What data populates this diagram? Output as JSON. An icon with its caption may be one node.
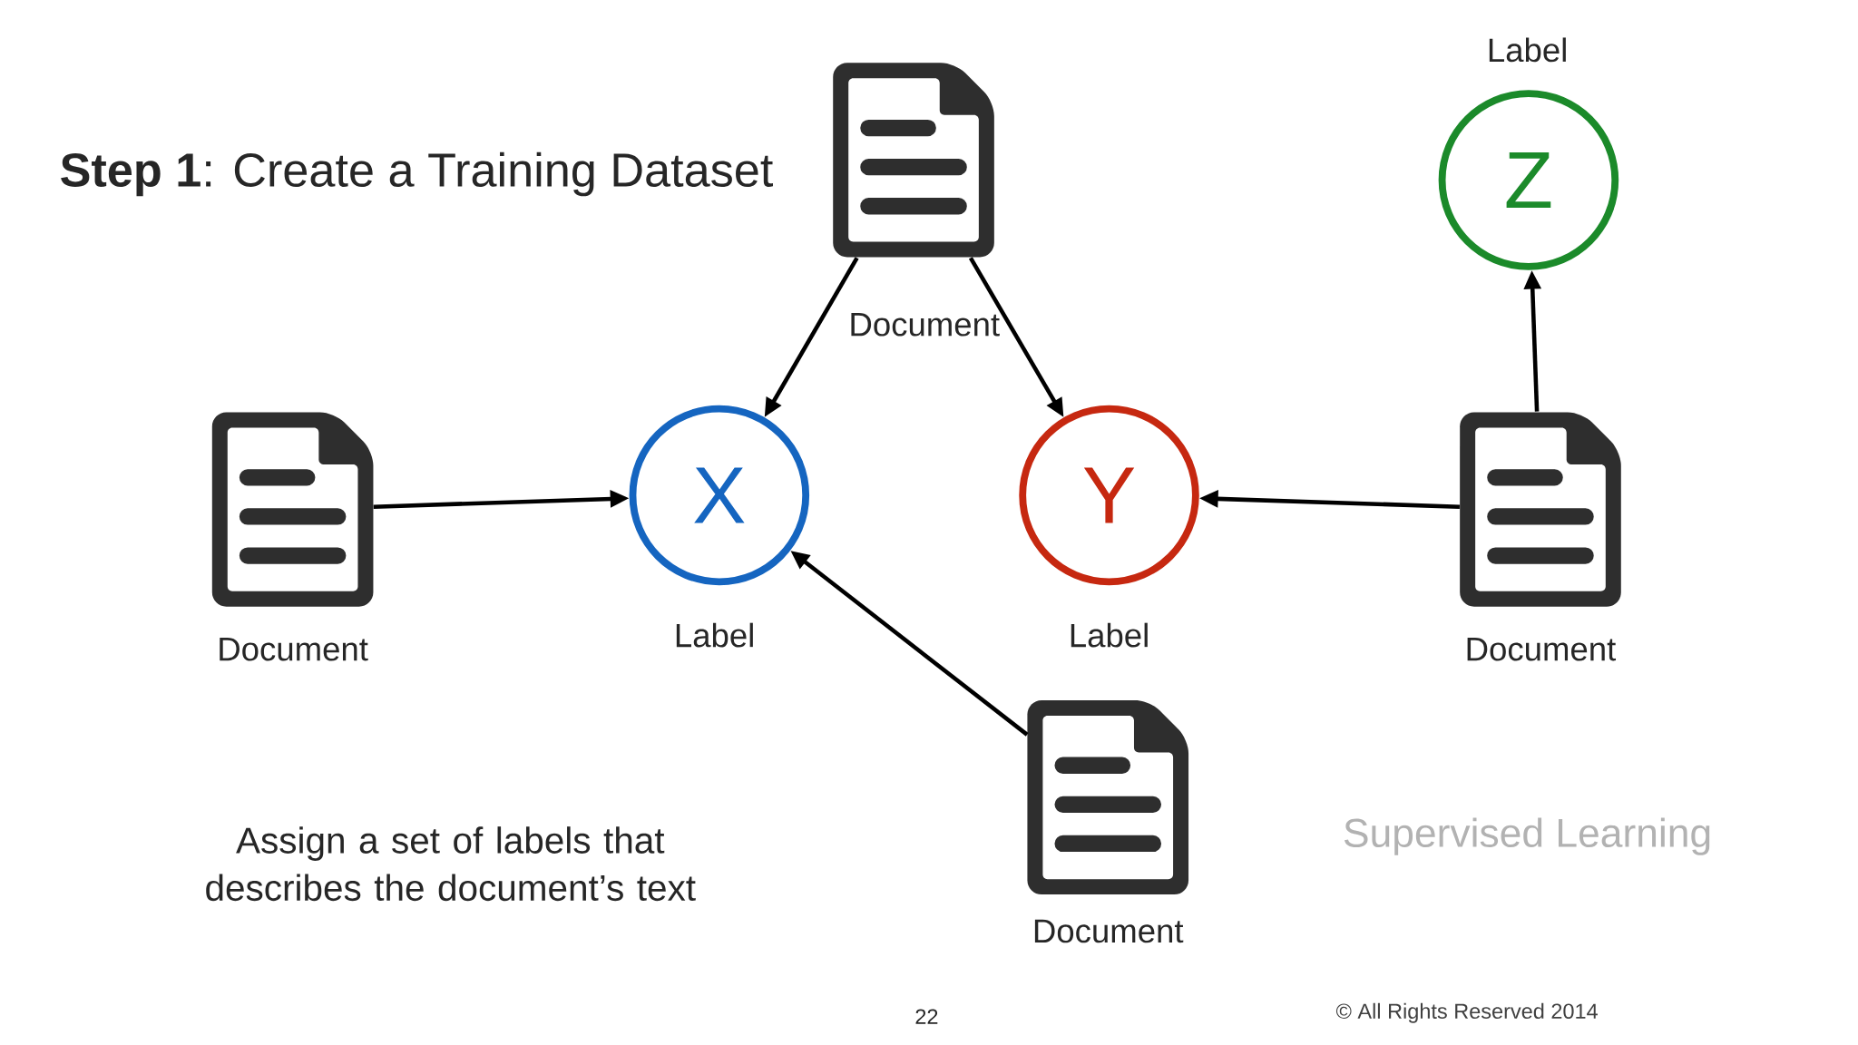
{
  "diagram": {
    "title": "**Step 1**: Create a Training Dataset",
    "nodes": [
      {
        "text": [
          "Z"
        ],
        "beside": [
          "Label"
        ]
      },
      {
        "text": [],
        "shape": "document",
        "beside": [
          "Document"
        ]
      },
      {
        "text": [],
        "shape": "document",
        "beside": [
          "Document"
        ]
      },
      {
        "text": [
          "X"
        ],
        "beside": [
          "Label"
        ]
      },
      {
        "text": [
          "Y"
        ],
        "beside": [
          "Label"
        ]
      },
      {
        "text": [],
        "shape": "document",
        "beside": [
          "Document"
        ]
      },
      {
        "text": [],
        "shape": "document",
        "beside": [
          "Document"
        ]
      }
    ],
    "edges": [
      {
        "from": 1,
        "to": 3,
        "arrow": "to"
      },
      {
        "from": 1,
        "to": 4,
        "arrow": "to"
      },
      {
        "from": 2,
        "to": 3,
        "arrow": "to"
      },
      {
        "from": 5,
        "to": 4,
        "arrow": "to"
      },
      {
        "from": 5,
        "to": 0,
        "arrow": "to"
      },
      {
        "from": 6,
        "to": 3,
        "arrow": "to"
      }
    ],
    "labels": [
      "Assign a set of labels that describes the document’s text",
      "Supervised Learning",
      "22",
      "© All Rights Reserved 2014"
    ]
  }
}
